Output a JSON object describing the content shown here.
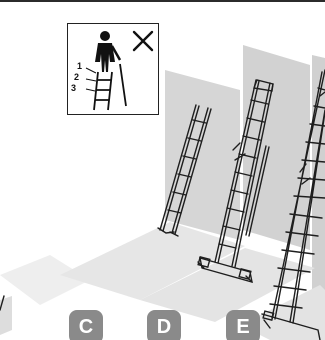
{
  "warning_box": {
    "rung_labels": [
      "1",
      "2",
      "3"
    ],
    "prohibited_icon": "cross-icon",
    "person_icon": "person-standing-on-top-rungs-icon"
  },
  "variant_badges": [
    "C",
    "D",
    "E"
  ],
  "colors": {
    "badge": "#8a8a8a",
    "wall_panel": "#d2d2d2",
    "floor_panel": "#e6e6e6",
    "ladder_stroke": "#1e1e1e"
  }
}
